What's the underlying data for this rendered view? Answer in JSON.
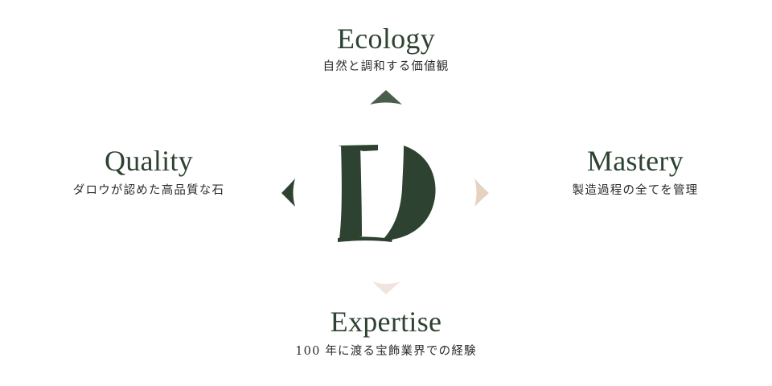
{
  "colors": {
    "brand_green": "#2d4230",
    "arrow_top": "#4b5e4e",
    "arrow_left": "#2d4230",
    "arrow_right": "#e6d2c0",
    "arrow_bottom": "#f1e3dd"
  },
  "logo": {
    "letter": "D"
  },
  "pillars": {
    "top": {
      "title": "Ecology",
      "subtitle": "自然と調和する価値観"
    },
    "left": {
      "title": "Quality",
      "subtitle": "ダロウが認めた高品質な石"
    },
    "right": {
      "title": "Mastery",
      "subtitle": "製造過程の全てを管理"
    },
    "bottom": {
      "title": "Expertise",
      "subtitle": "100 年に渡る宝飾業界での経験"
    }
  }
}
